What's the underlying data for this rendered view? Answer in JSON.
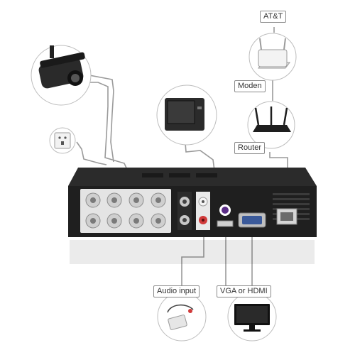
{
  "labels": {
    "att": "AT&T",
    "modem": "Moden",
    "router": "Router",
    "audio_input": "Audio input",
    "video_output": "VGA or HDMI"
  },
  "colors": {
    "dvr_body": "#1f1f1f",
    "dvr_front": "#2a2a2a",
    "cable": "#9a9a9a",
    "label_border": "#8a8a8a",
    "bnc_metal": "#d9d9d9",
    "rca_red": "#d13a3a",
    "hdmi_logo": "#5b2d86"
  },
  "icons": {
    "camera": "cctv-camera-icon",
    "power": "power-outlet-icon",
    "monitor": "crt-monitor-icon",
    "modem": "modem-icon",
    "router": "router-icon",
    "microphone": "microphone-icon",
    "lcd": "lcd-monitor-icon"
  }
}
